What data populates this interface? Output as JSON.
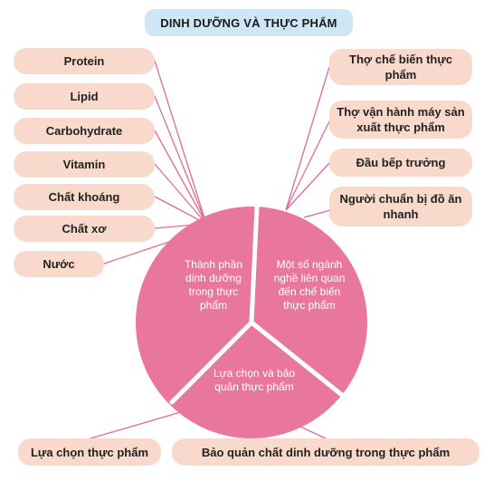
{
  "title": "DINH DƯỠNG VÀ THỰC PHẨM",
  "colors": {
    "circle": "#e9779c",
    "box": "#f8d9cc",
    "line": "#e06b95",
    "title_bg": "#cfe6f5"
  },
  "left_items": [
    "Protein",
    "Lipid",
    "Carbohydrate",
    "Vitamin",
    "Chất khoáng",
    "Chất xơ",
    "Nước"
  ],
  "right_items": [
    "Thợ chế biến thực phẩm",
    "Thợ vận hành máy sản xuất thực phẩm",
    "Đầu bếp trưởng",
    "Người chuẩn bị đồ ăn nhanh"
  ],
  "segments": {
    "left": "Thành phần dinh dưỡng trong thực phẩm",
    "right": "Một số ngành nghề liên quan đến chế biến thực phẩm",
    "bottom": "Lựa chọn và bảo quản thực phẩm"
  },
  "bottom_items": [
    "Lựa chọn thực phẩm",
    "Bảo quản chất dinh dưỡng trong thực phẩm"
  ]
}
